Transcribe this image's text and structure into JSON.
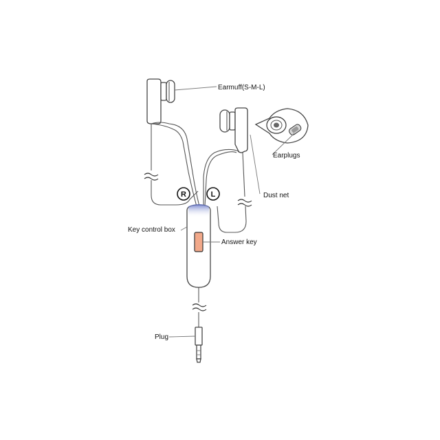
{
  "labels": {
    "earmuff": "Earmuff(S-M-L)",
    "earplugs": "Earplugs",
    "dust_net": "Dust net",
    "key_control_box": "Key control box",
    "answer_key": "Answer key",
    "plug": "Plug"
  },
  "side_markers": {
    "right": "R",
    "left": "L"
  },
  "colors": {
    "answer_key": "#f2a98a",
    "outline": "#444444",
    "box_top_accent": "#5b6cc4"
  }
}
